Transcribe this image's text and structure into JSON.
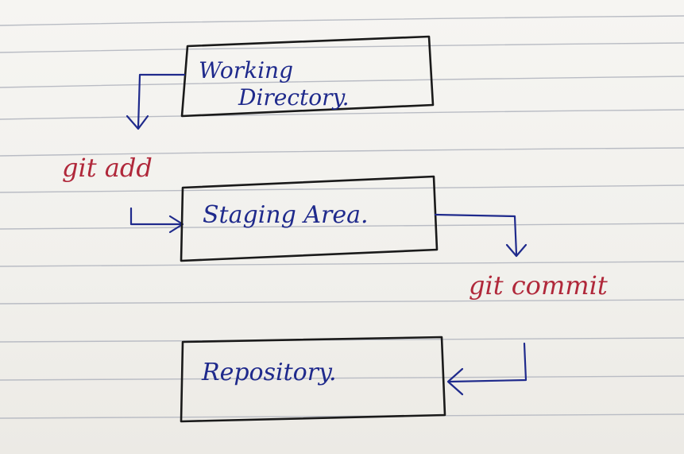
{
  "diagram": {
    "nodes": {
      "working_line1": "Working",
      "working_line2": "Directory.",
      "staging": "Staging Area.",
      "repository": "Repository."
    },
    "edges": {
      "add": "git add",
      "commit": "git commit"
    }
  },
  "colors": {
    "box_ink": "#1a1a1a",
    "blue_ink": "#1f2a8c",
    "red_ink": "#b0283a",
    "paper": "#f3f2ef",
    "rule_line": "#b9bcc4"
  }
}
